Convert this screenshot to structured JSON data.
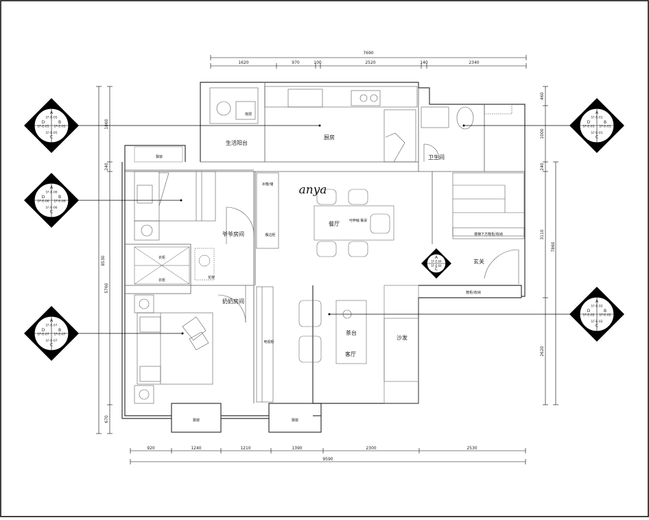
{
  "dimensions": {
    "top_total": "7690",
    "top": [
      "1620",
      "970",
      "100",
      "2520",
      "140",
      "2340"
    ],
    "bottom_total": "9590",
    "bottom": [
      "920",
      "1240",
      "1210",
      "1390",
      "2300",
      "2530"
    ],
    "left_total": "8530",
    "left": [
      "1860",
      "240",
      "5760",
      "670"
    ],
    "right_total": "7860",
    "right": [
      "460",
      "1000",
      "240",
      "3110",
      "2620"
    ]
  },
  "rooms": {
    "kitchen": "厨房",
    "balcony": "生活阳台",
    "bathroom": "卫生间",
    "dining": "餐厅",
    "dining_table": "可伸缩\n餐桌",
    "grandpa_room": "爷爷房间",
    "grandma_room": "奶奶房间",
    "entrance": "玄关",
    "living": "客厅",
    "sofa": "沙发",
    "tea_table": "茶台",
    "bay_window_a": "飘窗",
    "bay_window_b": "飘窗",
    "bay_window_c": "飘窗",
    "stair_cabinet": "楼梯下方鞋柜/收纳",
    "shoe_cabinet": "鞋柜/收纳",
    "wardrobe_a": "衣柜",
    "wardrobe_b": "衣柜",
    "flower": "花架",
    "tv_cabinet": "电视柜",
    "sideboard": "餐边柜",
    "fridge": "冰箱/储",
    "mop": "拖把"
  },
  "watermark": "anya",
  "markers": [
    {
      "A": "A",
      "B": "B",
      "C": "C",
      "D": "D",
      "a": "1F-E-05",
      "b": "1F-E-05",
      "c": "1F-E-05",
      "d": "1F-E-05"
    },
    {
      "A": "A",
      "B": "B",
      "C": "C",
      "D": "D",
      "a": "1F-E-06",
      "b": "1F-E-06",
      "c": "1F-E-06",
      "d": "1F-E-06"
    },
    {
      "A": "A",
      "B": "B",
      "C": "C",
      "D": "D",
      "a": "1F-E-07",
      "b": "1F-E-07",
      "c": "1F-E-07",
      "d": "1F-E-07"
    },
    {
      "A": "A",
      "B": "B",
      "C": "C",
      "D": "D",
      "a": "1F-E-01",
      "b": "1F-E-01",
      "c": "1F-E-01",
      "d": "1F-E-01"
    },
    {
      "A": "A",
      "B": "B",
      "C": "C",
      "D": "D",
      "a": "1F-E-02",
      "b": "1F-E-02",
      "c": "1F-E-02",
      "d": "1F-E-02"
    },
    {
      "A": "A",
      "C": "C",
      "a": "1F-E-04",
      "c": "1F-E-04"
    }
  ]
}
